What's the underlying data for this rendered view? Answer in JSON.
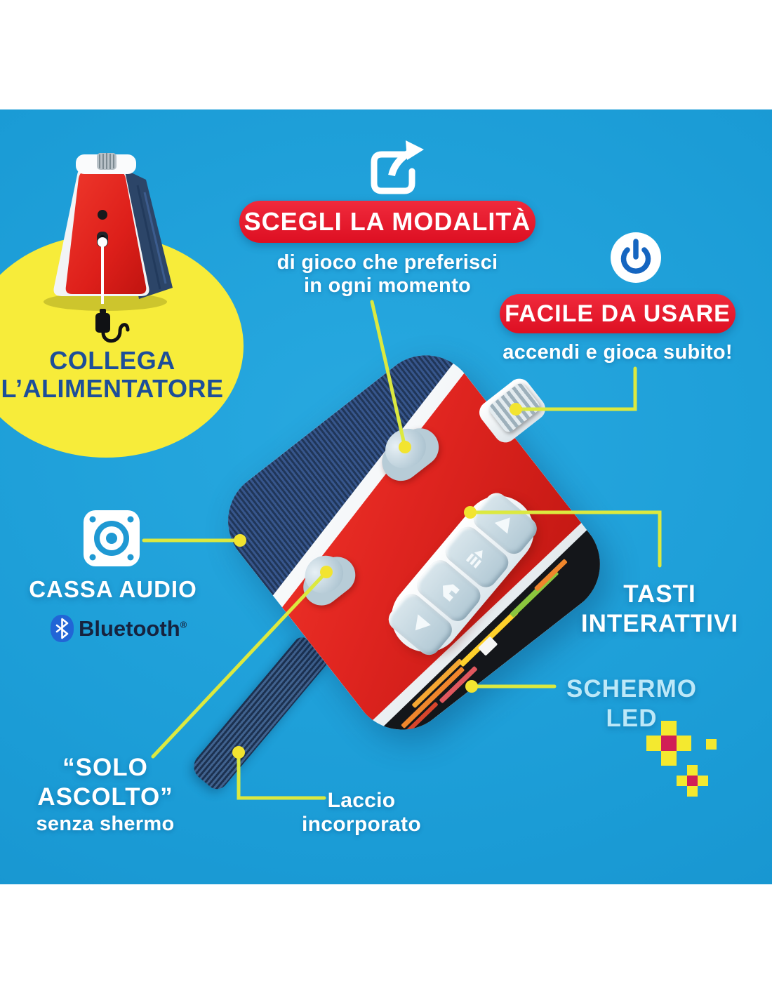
{
  "collega": {
    "l1": "COLLEGA",
    "l2": "L’ALIMENTATORE"
  },
  "scegli": {
    "pill": "SCEGLI LA MODALITÀ",
    "sub1": "di gioco che preferisci",
    "sub2": "in ogni momento"
  },
  "facile": {
    "pill": "FACILE DA USARE",
    "sub": "accendi e gioca subito!"
  },
  "cassa": {
    "label": "CASSA AUDIO",
    "bt_word": "Bluetooth",
    "bt_reg": "®"
  },
  "tasti": {
    "l1": "TASTI",
    "l2": "INTERATTIVI"
  },
  "schermo": {
    "l1": "SCHERMO",
    "l2": "LED"
  },
  "solo": {
    "l1": "“SOLO",
    "l2": "ASCOLTO”",
    "sub": "senza shermo"
  },
  "laccio": {
    "l1": "Laccio",
    "l2": "incorporato"
  },
  "icons": {
    "share": "share-icon",
    "power": "power-icon",
    "speaker": "speaker-icon",
    "bluetooth": "bluetooth-logo",
    "plug": "power-plug-icon"
  },
  "colors": {
    "background_blue": "#1b9cd6",
    "panel_white": "#ffffff",
    "pill_red": "#e81c2e",
    "accent_yellow": "#f7ec3a",
    "callout_line": "#dce93f",
    "callout_dot": "#f2e430",
    "label_blue": "#1d4e99",
    "schermo_text": "#bce8f8",
    "plus_center_red": "#d11f56",
    "bluetooth_blue": "#2165d6",
    "device_red": "#e02520",
    "mesh_navy": "#2a4470",
    "button_grey": "#c6d8e2"
  }
}
